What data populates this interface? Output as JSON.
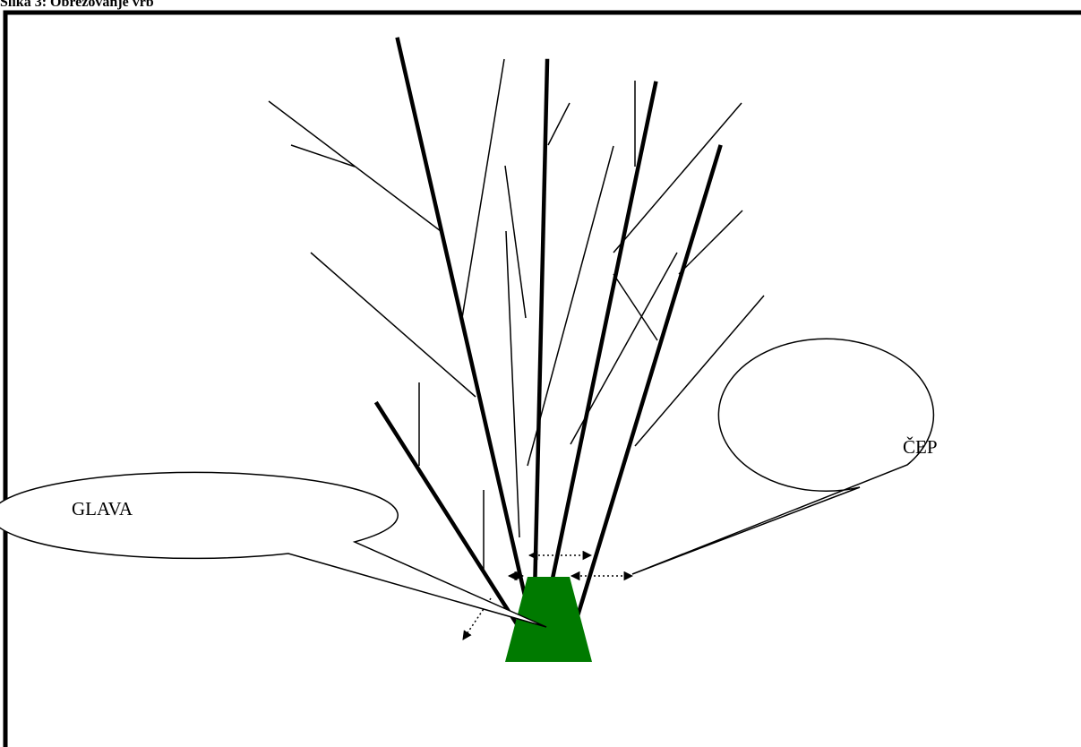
{
  "caption": "Slika 3: Obrezovanje vrb",
  "labels": {
    "glava": "GLAVA",
    "cep": "ČEP"
  },
  "colors": {
    "stump": "#007a00",
    "line": "#000000",
    "background": "#ffffff"
  }
}
